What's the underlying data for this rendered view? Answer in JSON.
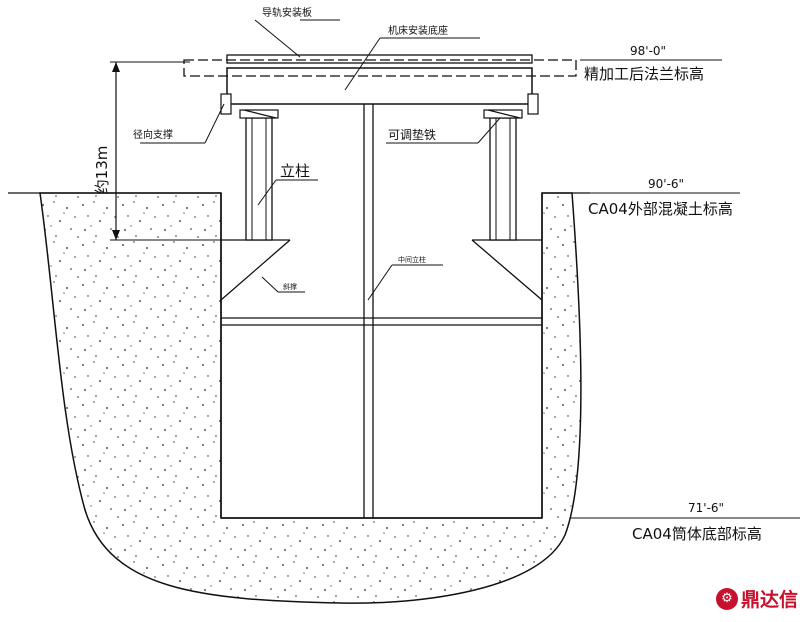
{
  "labels": {
    "rail_plate": "导轨安装板",
    "base": "机床安装底座",
    "radial_support": "径向支撑",
    "height_note": "约13m",
    "column": "立柱",
    "shim": "可调垫铁",
    "middle_column": "中间立柱",
    "rib": "斜撑"
  },
  "elevations": [
    {
      "value": "98'-0\"",
      "label": "精加工后法兰标高"
    },
    {
      "value": "90'-6\"",
      "label": "CA04外部混凝土标高"
    },
    {
      "value": "71'-6\"",
      "label": "CA04筒体底部标高"
    }
  ],
  "logo": {
    "text": "鼎达信",
    "icon": "gear-mark-icon"
  },
  "colors": {
    "line": "#111111",
    "logo": "#c8102e"
  }
}
